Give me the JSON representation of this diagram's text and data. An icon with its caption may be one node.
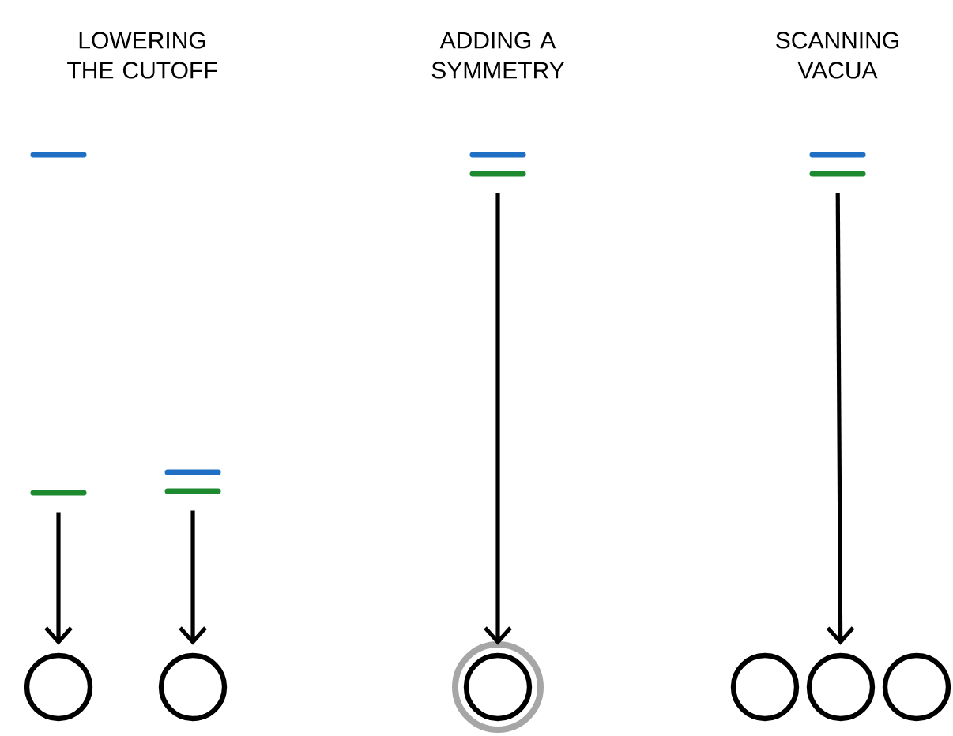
{
  "diagram": {
    "nodes": [
      {
        "text": [],
        "shape": "bar"
      },
      {
        "text": [],
        "shape": "bar"
      },
      {
        "text": [],
        "shape": "bar"
      },
      {
        "text": [],
        "shape": "bar"
      },
      {
        "text": [],
        "shape": "bar"
      },
      {
        "text": [],
        "shape": "circle"
      },
      {
        "text": [],
        "shape": "circle"
      },
      {
        "text": [],
        "shape": "circle"
      },
      {
        "text": [],
        "shape": "circle"
      },
      {
        "text": [],
        "shape": "circle"
      },
      {
        "text": [],
        "shape": "circle"
      }
    ],
    "edges": [
      {
        "from": 3,
        "to": 5,
        "arrow": "to"
      },
      {
        "from": 4,
        "to": 6,
        "arrow": "to"
      },
      {
        "from": 1,
        "to": 7,
        "arrow": "to"
      },
      {
        "from": 2,
        "to": 9,
        "arrow": "to"
      }
    ],
    "labels": [
      "LOWERING THE CUTOFF",
      "ADDING A SYMMETRY",
      "SCANNING VACUA"
    ]
  }
}
